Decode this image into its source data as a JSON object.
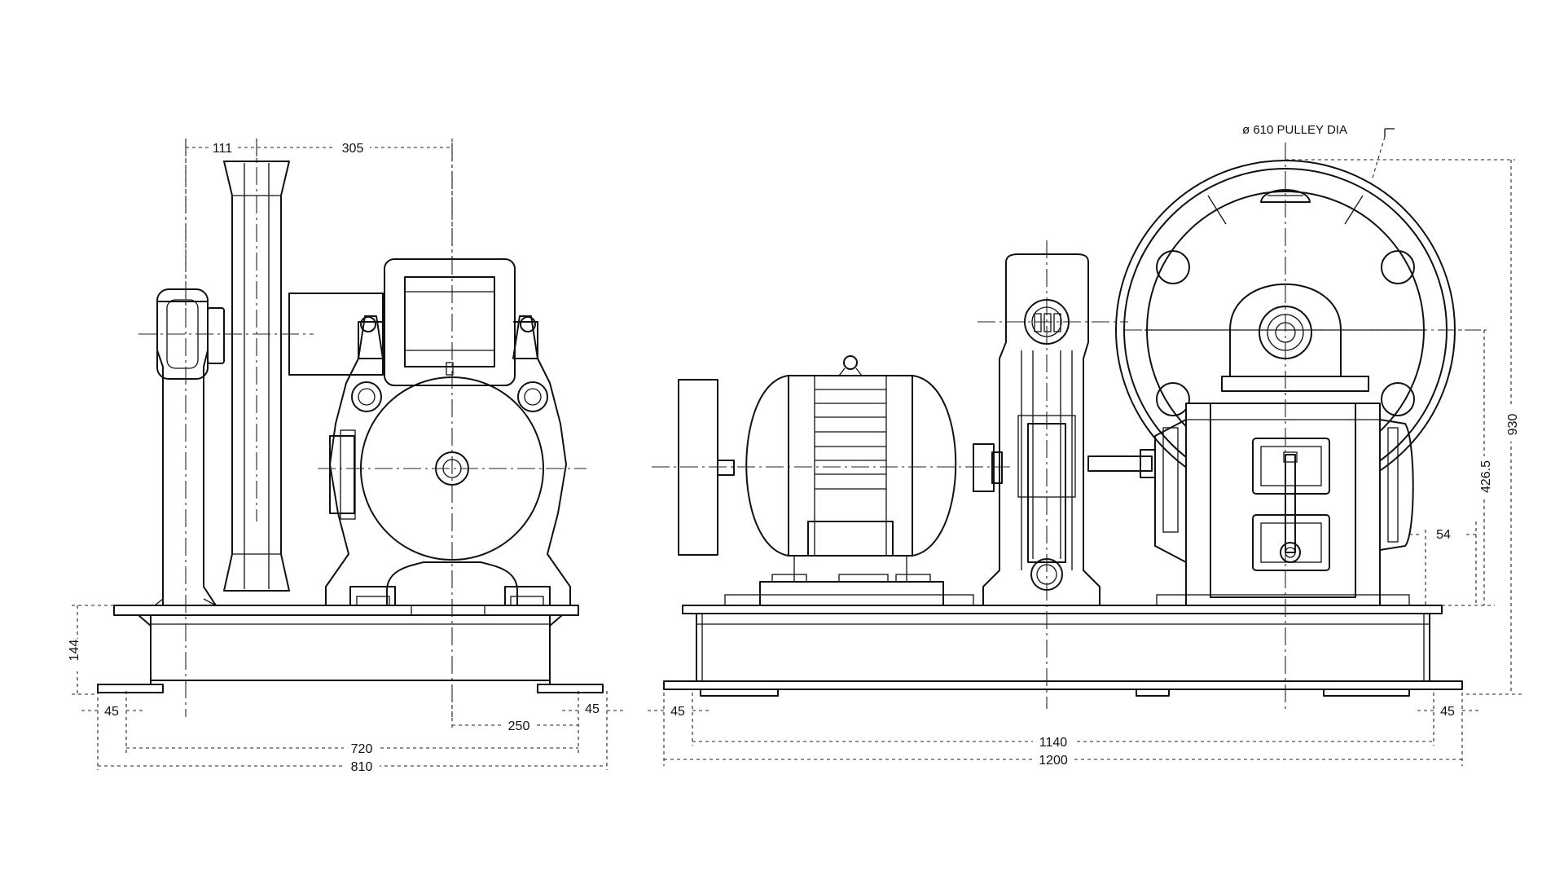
{
  "dimensions": {
    "side_111": "111",
    "side_305": "305",
    "side_144": "144",
    "side_45_left": "45",
    "side_45_right": "45",
    "side_250": "250",
    "side_720": "720",
    "side_810": "810",
    "front_pulley_note": "ø 610 PULLEY DIA",
    "front_930": "930",
    "front_426_5": "426.5",
    "front_54": "54",
    "front_45_left": "45",
    "front_45_right": "45",
    "front_1140": "1140",
    "front_1200": "1200"
  },
  "colors": {
    "line": "#111111",
    "background": "#ffffff"
  }
}
